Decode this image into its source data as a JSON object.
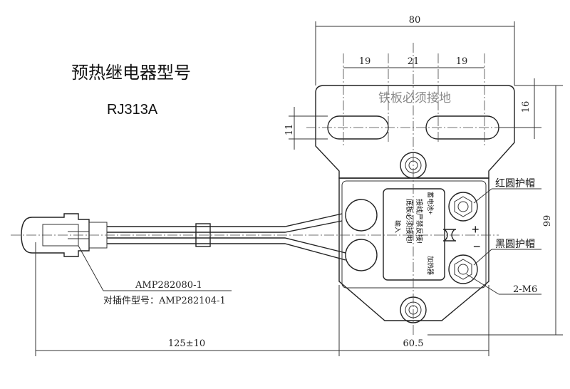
{
  "title": "预热继电器型号",
  "model": "RJ313A",
  "dims": {
    "width": "80",
    "seg1": "19",
    "seg2": "21",
    "seg3": "19",
    "slot_h": "11",
    "slot_pos": "16",
    "height": "99",
    "cable": "125±10",
    "body": "60.5"
  },
  "plate_text": "铁板必须接地",
  "label": {
    "input": "输入",
    "ground": "底板必须接地!",
    "reverse": "接线严禁反接!",
    "heater": "加热器",
    "battery": "蓄电池+"
  },
  "callouts": {
    "red_cap": "红圆护帽",
    "black_cap": "黑圆护帽",
    "screws": "2-M6",
    "plus": "+",
    "minus": "−"
  },
  "connector": {
    "part": "AMP282080-1",
    "mate": "对插件型号：AMP282104-1"
  }
}
